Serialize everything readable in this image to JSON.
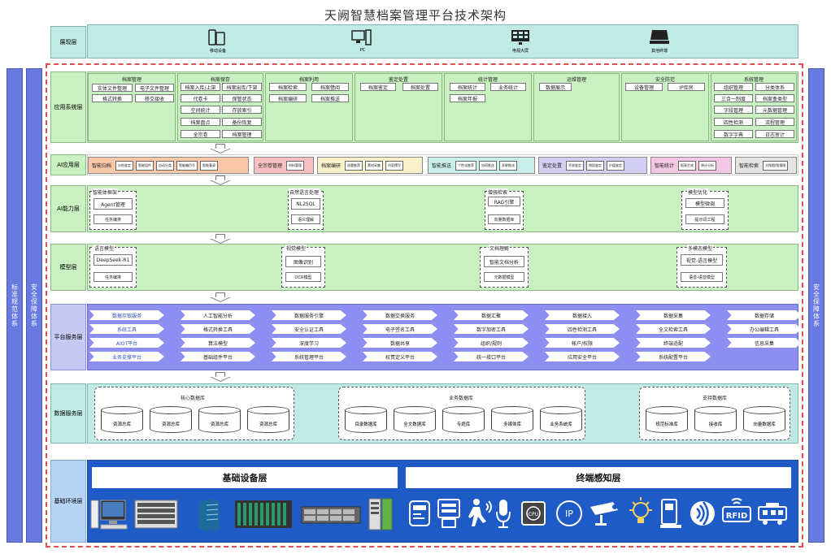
{
  "title": "天阙智慧档案管理平台技术架构",
  "side_bars": {
    "left_outer": "标准规范体系",
    "left_inner": "安全保障体系",
    "right": "安全保障体系"
  },
  "layers": {
    "display": {
      "label": "展现层",
      "devices": [
        "移动设备",
        "PC",
        "电视大屏",
        "其他终端"
      ]
    },
    "app": {
      "label": "应用系统层",
      "modules": [
        {
          "title": "档案管理",
          "items": [
            "实体文件整理",
            "电子文件整理",
            "格式转换",
            "移交接收"
          ]
        },
        {
          "title": "档案保存",
          "items": [
            "档案入库/上架",
            "档案出库/下架",
            "代卷卡",
            "保管状态",
            "空间统计",
            "存放索引",
            "档案盘点",
            "备份恢复",
            "全宗卷",
            "档案管理"
          ]
        },
        {
          "title": "档案利用",
          "items": [
            "档案检索",
            "档案借阅",
            "档案编研",
            "档案推送"
          ]
        },
        {
          "title": "鉴定处置",
          "items": [
            "档案鉴定",
            "档案处置"
          ]
        },
        {
          "title": "统计管理",
          "items": [
            "档案统计",
            "业务统计",
            "档案年报"
          ]
        },
        {
          "title": "运维管理",
          "items": [
            "数据展示"
          ]
        },
        {
          "title": "安全防范",
          "items": [
            "设备管理",
            "IP库房"
          ]
        },
        {
          "title": "系统管理",
          "items": [
            "组织管理",
            "分类体系",
            "三合一制度",
            "档案盒类型",
            "字段管理",
            "元数据管理",
            "四性检测",
            "流程管理",
            "数字字典",
            "日志审计"
          ]
        }
      ]
    },
    "ai_app": {
      "label": "AI应用层",
      "groups": [
        {
          "title": "智能归档",
          "items": [
            "分档鉴定",
            "智能组件",
            "自动分类",
            "智能编目号",
            "智能著录"
          ]
        },
        {
          "title": "全宗卷管理",
          "items": [
            "材料管理"
          ]
        },
        {
          "title": "档案编研",
          "items": [
            "选题推荐",
            "素材采集",
            "内容撰写"
          ]
        },
        {
          "title": "智能推送",
          "items": [
            "个性化推荐",
            "协同推送",
            "关联推送"
          ]
        },
        {
          "title": "鉴定处置",
          "items": [
            "开放鉴定",
            "销毁鉴定",
            "价值鉴定"
          ]
        },
        {
          "title": "智能统计",
          "items": [
            "报表生成",
            "统计分析"
          ]
        },
        {
          "title": "智能检索",
          "items": [
            "文搜图/图搜图"
          ]
        }
      ]
    },
    "ai_cap": {
      "label": "AI能力层",
      "groups": [
        {
          "title": "智能体框架",
          "items": [
            "Agent管理",
            "任务编排"
          ]
        },
        {
          "title": "自然语言处理",
          "items": [
            "NL2SQL",
            "语义理解"
          ]
        },
        {
          "title": "增强检索",
          "items": [
            "RAG引擎",
            "向量数据库"
          ]
        },
        {
          "title": "模型优化",
          "items": [
            "模型微调",
            "提示词工程"
          ]
        }
      ]
    },
    "model": {
      "label": "模型层",
      "groups": [
        {
          "title": "语言模型",
          "items": [
            "DeepSeek-R1",
            "任务编排"
          ]
        },
        {
          "title": "视觉模型",
          "items": [
            "图像识别",
            "OCR模型"
          ]
        },
        {
          "title": "文档理解",
          "items": [
            "智能文档分析",
            "元数据模型"
          ]
        },
        {
          "title": "多模态模型",
          "items": [
            "视觉-语言模型",
            "语音-语音模型"
          ]
        }
      ]
    },
    "platform": {
      "label": "平台服务层",
      "rows": [
        [
          "数据存取服务",
          "人工智能分析",
          "数据服务引擎",
          "数据交换服务",
          "数据汇聚",
          "数据接入",
          "数据采集",
          "数据存储"
        ],
        [
          "系统工具",
          "格式转换工具",
          "安全认证工具",
          "电子签名工具",
          "数字加密工具",
          "四性检测工具",
          "全文检索工具",
          "办公编辑工具"
        ],
        [
          "AIOT平台",
          "算法模型",
          "深度学习",
          "数据共享",
          "组织/规则",
          "帐户/权限",
          "终端适配",
          "信息采集"
        ],
        [
          "业务支撑平台",
          "基础组件平台",
          "系统管理平台",
          "权责定义平台",
          "统一接口平台",
          "应用安全平台",
          "系统配置平台"
        ]
      ]
    },
    "data": {
      "label": "数据服务层",
      "groups": [
        {
          "title": "核心数据库",
          "items": [
            "资源总库",
            "资源总库",
            "资源总库",
            "资源总库"
          ]
        },
        {
          "title": "业务数据库",
          "items": [
            "目录数据库",
            "全文数据库",
            "专题库",
            "多媒体库",
            "业务系统库"
          ]
        },
        {
          "title": "支持数据库",
          "items": [
            "规范标准库",
            "接收库",
            "向量数据库"
          ]
        }
      ]
    },
    "infra": {
      "label": "基础环境层",
      "basic_title": "基础设备层",
      "terminal_title": "终端感知层"
    }
  }
}
